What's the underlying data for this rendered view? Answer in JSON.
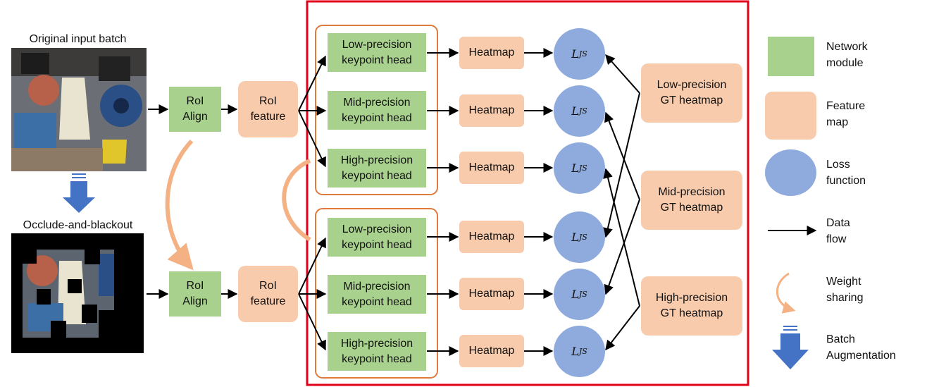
{
  "input": {
    "original_label": "Original input batch",
    "occluded_label": "Occlude-and-blackout"
  },
  "top_branch": {
    "roi_align": "RoI\nAlign",
    "roi_feature": "RoI\nfeature",
    "heads": [
      "Low-precision\nkeypoint head",
      "Mid-precision\nkeypoint head",
      "High-precision\nkeypoint head"
    ],
    "heatmaps": [
      "Heatmap",
      "Heatmap",
      "Heatmap"
    ],
    "loss": [
      "L",
      "JS"
    ]
  },
  "bottom_branch": {
    "roi_align": "RoI\nAlign",
    "roi_feature": "RoI\nfeature",
    "heads": [
      "Low-precision\nkeypoint head",
      "Mid-precision\nkeypoint head",
      "High-precision\nkeypoint head"
    ],
    "heatmaps": [
      "Heatmap",
      "Heatmap",
      "Heatmap"
    ]
  },
  "gt_heatmaps": [
    "Low-precision\nGT heatmap",
    "Mid-precision\nGT heatmap",
    "High-precision\nGT heatmap"
  ],
  "legend": [
    {
      "key": "network",
      "label": "Network\nmodule"
    },
    {
      "key": "feature",
      "label": "Feature\nmap"
    },
    {
      "key": "loss",
      "label": "Loss\nfunction"
    },
    {
      "key": "flow",
      "label": "Data\nflow"
    },
    {
      "key": "share",
      "label": "Weight\nsharing"
    },
    {
      "key": "aug",
      "label": "Batch\nAugmentation"
    }
  ],
  "colors": {
    "network": "#a9d18e",
    "feature": "#f8cbad",
    "loss": "#8faadc",
    "group_border": "#e07b3c",
    "frame": "#e3001b",
    "augment_arrow": "#4472c4",
    "share_arc": "#f4b183"
  }
}
